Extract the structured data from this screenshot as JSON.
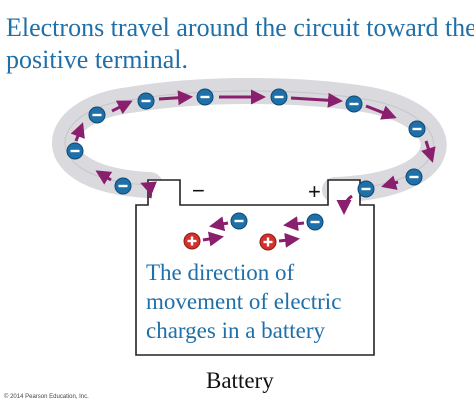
{
  "title": {
    "line1": "Electrons travel around the circuit toward the",
    "line2": "positive terminal."
  },
  "battery": {
    "negative_terminal_symbol": "−",
    "positive_terminal_symbol": "+",
    "label": "Battery"
  },
  "caption": {
    "line1": "The direction of",
    "line2": "movement of electric",
    "line3": "charges in a battery"
  },
  "charges": {
    "electron_symbol": "−",
    "positive_symbol": "+",
    "electron_color": "#1f6fa8",
    "positive_color": "#d4302c",
    "arrow_color": "#8a1f6e",
    "wire_color": "#d9d9de"
  },
  "copyright": "© 2014 Pearson Education, Inc."
}
